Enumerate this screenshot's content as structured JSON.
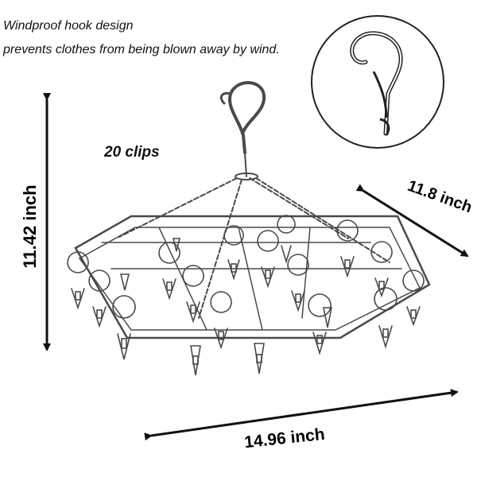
{
  "description_lines": [
    "Windproof hook design",
    "prevents clothes from being blown away by wind."
  ],
  "clip_count_label": "20 clips",
  "dimensions": {
    "height": "11.42 inch",
    "depth": "11.8 inch",
    "width": "14.96 inch"
  },
  "colors": {
    "line": "#4a4a4a",
    "text": "#111111",
    "background": "#ffffff"
  }
}
